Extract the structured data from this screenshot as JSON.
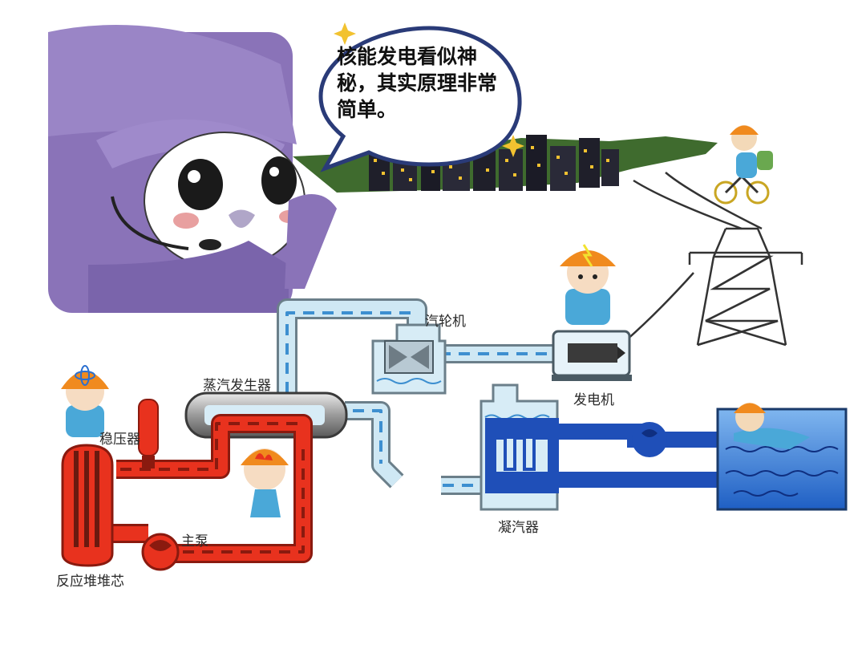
{
  "bubble": {
    "text": "核能发电看似神秘，其实原理非常简单。"
  },
  "labels": {
    "turbine": "汽轮机",
    "generator": "发电机",
    "steam_generator": "蒸汽发生器",
    "pressurizer": "稳压器",
    "condenser": "凝汽器",
    "main_pump": "主泵",
    "reactor_core": "反应堆堆芯"
  },
  "colors": {
    "primary_loop": "#e8321e",
    "secondary_loop": "#cfe8f4",
    "cooling_loop": "#1f4fb8",
    "city_glow": "#f2c230",
    "mascot": "#8a73b8",
    "sea": "#2a6fd0"
  }
}
